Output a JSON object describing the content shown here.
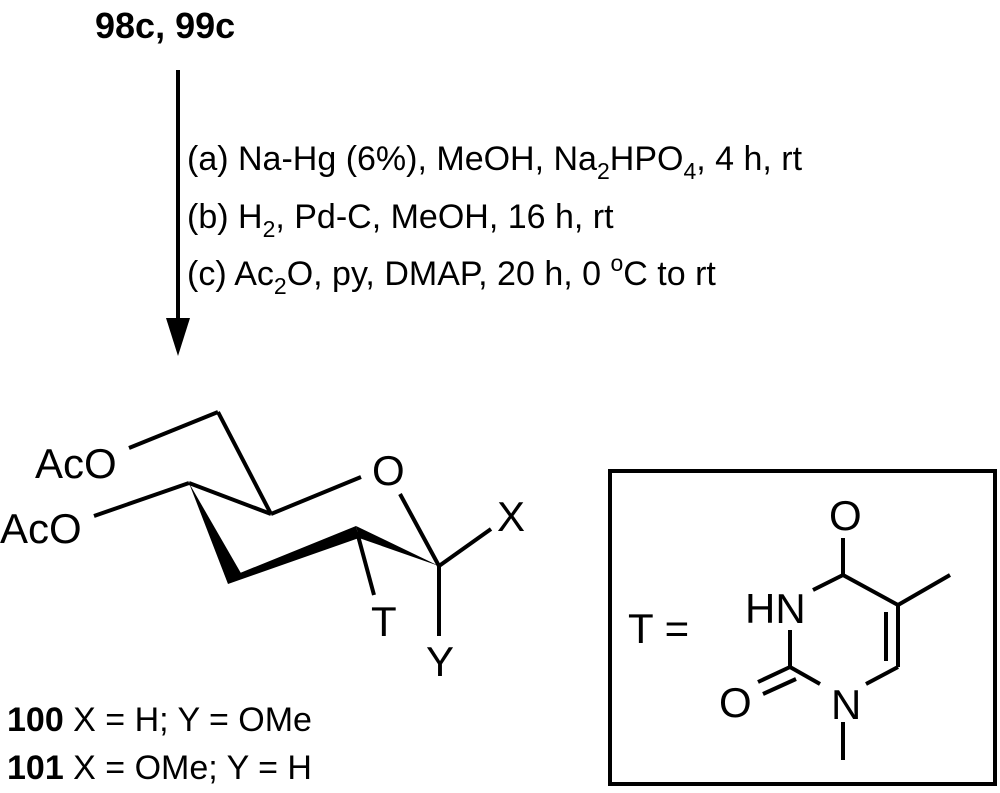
{
  "starting_material": "98c, 99c",
  "conditions": {
    "a": {
      "p1": "(a) Na-Hg (6%), MeOH, Na",
      "s1": "2",
      "p2": "HPO",
      "s2": "4",
      "p3": ", 4 h, rt"
    },
    "b": {
      "p1": "(b) H",
      "s1": "2",
      "p2": ", Pd-C, MeOH, 16 h, rt"
    },
    "c": {
      "p1": "(c) Ac",
      "s1": "2",
      "p2": "O, py, DMAP, 20 h, 0 ",
      "sup": "o",
      "p3": "C to rt"
    }
  },
  "sugar": {
    "aco_upper": "AcO",
    "aco_lower": "AcO",
    "ring_o": "O",
    "x": "X",
    "y": "Y",
    "t": "T"
  },
  "products": [
    {
      "id": "100",
      "desc": " X = H; Y = OMe"
    },
    {
      "id": "101",
      "desc": " X = OMe; Y = H"
    }
  ],
  "thymine_box": {
    "label": "T =",
    "o_top": "O",
    "hn": "HN",
    "o_left": "O",
    "n": "N"
  }
}
